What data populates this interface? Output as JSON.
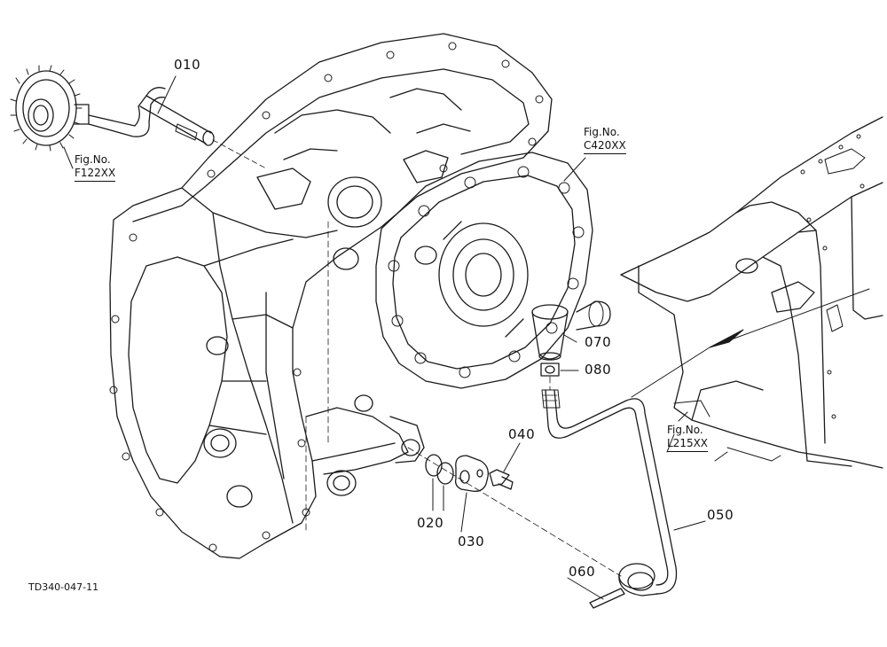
{
  "part_labels": {
    "p010": "010",
    "p020": "020",
    "p030": "030",
    "p040": "040",
    "p050": "050",
    "p060": "060",
    "p070": "070",
    "p080": "080"
  },
  "figure_refs": {
    "f122": {
      "line1": "Fig.No.",
      "line2": "F122XX"
    },
    "c420": {
      "line1": "Fig.No.",
      "line2": "C420XX"
    },
    "l215": {
      "line1": "Fig.No.",
      "line2": "L215XX"
    }
  },
  "drawing_code": "TD340-047-11"
}
